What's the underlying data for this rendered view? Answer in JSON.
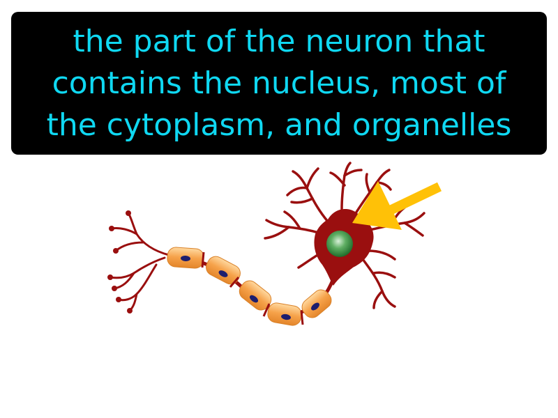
{
  "caption": {
    "lines": [
      "the part of the neuron that",
      "contains the nucleus, most of",
      "the cytoplasm, and organelles"
    ]
  },
  "colors": {
    "caption_background": "#000000",
    "caption_text": "#0fd8f2",
    "neuron_body": "#9a0f0f",
    "nucleus": "#2e8b3c",
    "myelin_sheath": "#f7a84a",
    "schwann_nucleus": "#1e1e6e",
    "arrow": "#ffc107"
  },
  "icons": {
    "neuron": "neuron-illustration",
    "pointer": "arrow-icon"
  }
}
